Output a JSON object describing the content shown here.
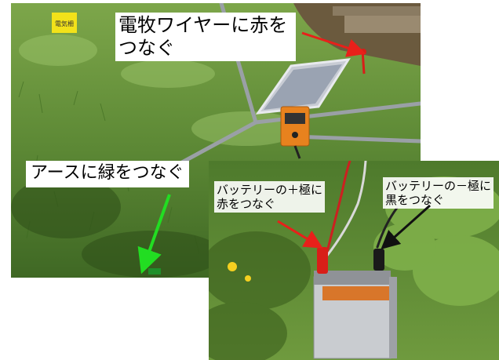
{
  "labels": {
    "red_wire": [
      "電牧ワイヤーに赤を",
      "つなぐ"
    ],
    "earth_green": "アースに緑をつなぐ",
    "battery_plus": [
      "バッテリーの＋極に",
      "赤をつなぐ"
    ],
    "battery_minus": [
      "バッテリーの－極に",
      "黒をつなぐ"
    ]
  },
  "sign_text": "電気柵",
  "battery_sticker": "",
  "colors": {
    "arrow_red": "#e8201a",
    "arrow_green": "#22dd22",
    "arrow_black": "#111111",
    "grass": "#5e8a36",
    "sign_yellow": "#f2e21a"
  }
}
